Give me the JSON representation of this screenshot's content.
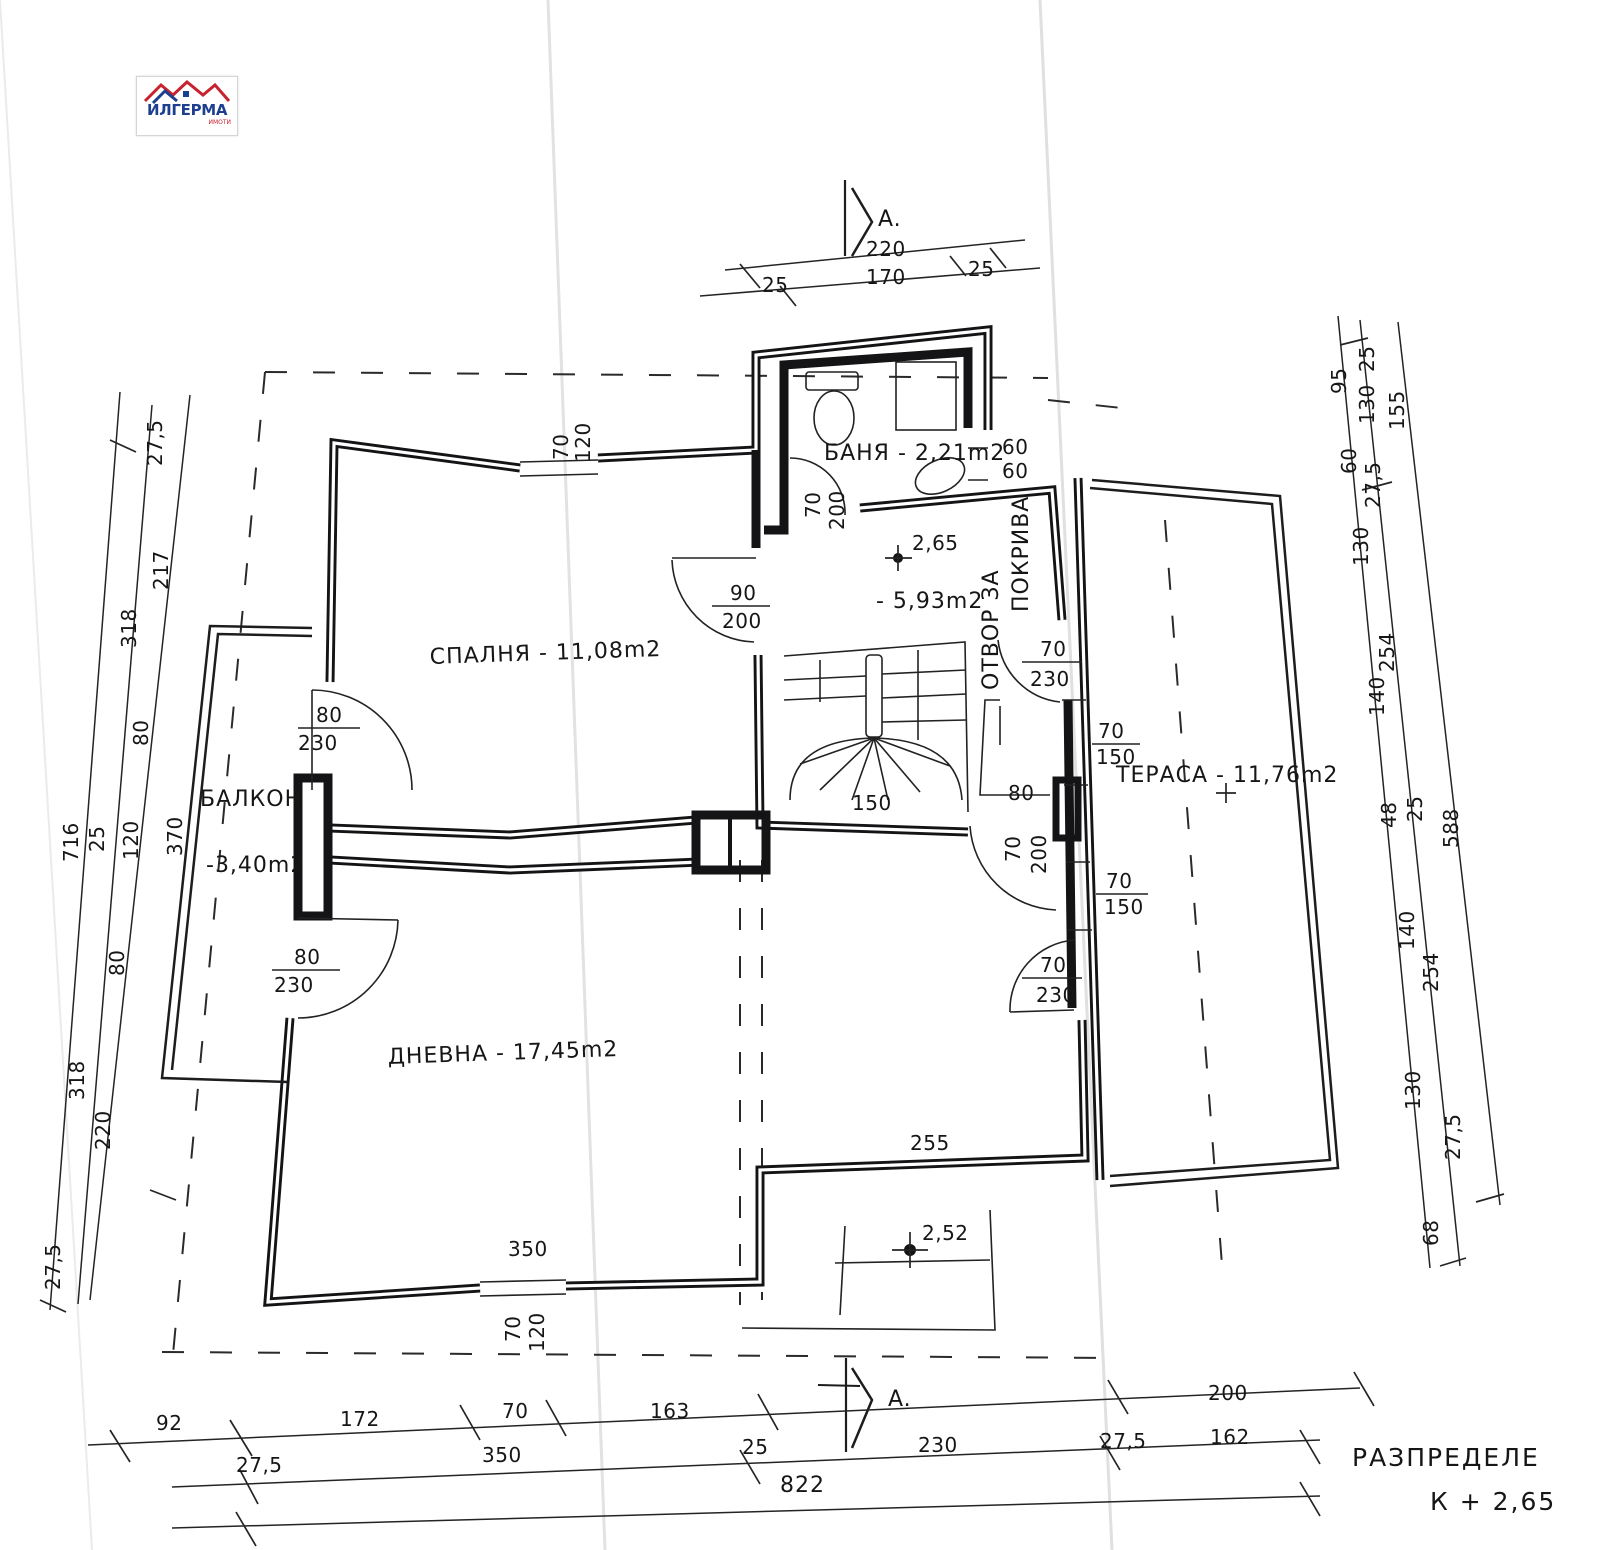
{
  "logo": {
    "name": "ИЛГЕРМА",
    "sub": "ИМОТИ",
    "colors": {
      "blue": "#1d3f8f",
      "red": "#c8222e"
    }
  },
  "sheet": {
    "title_line1": "РАЗПРЕДЕЛЕ",
    "title_line2": "К + 2,65",
    "section_marker": "A."
  },
  "rooms": {
    "bath": "БАНЯ - 2,21m2",
    "bedroom": "СПАЛНЯ - 11,08m2",
    "hall": "- 5,93m2",
    "balcony_1": "БАЛКОН",
    "balcony_2": "-3,40m2",
    "living": "ДНЕВНА - 17,45m2",
    "terrace": "ТЕРАСА - 11,76m2",
    "roof_opening_1": "ОТВОР ЗА",
    "roof_opening_2": "ПОКРИВА"
  },
  "levels": {
    "upper": "2,65",
    "lower": "2,52"
  },
  "openings": {
    "w_top_bed": {
      "w": "70",
      "h": "120"
    },
    "w_bath": {
      "w": "60",
      "h": "60"
    },
    "d_bath": {
      "w": "70",
      "h": "200"
    },
    "d_bed": {
      "w": "90",
      "h": "200"
    },
    "d_bal_top": {
      "w": "80",
      "h": "230"
    },
    "d_bal_bot": {
      "w": "80",
      "h": "230"
    },
    "d_roof": {
      "w": "70",
      "h": "230"
    },
    "w_ter_1": {
      "w": "70",
      "h": "150"
    },
    "d_ter_mid": {
      "w": "70",
      "h": "200"
    },
    "w_ter_2": {
      "w": "70",
      "h": "150"
    },
    "d_ter_bot": {
      "w": "70",
      "h": "230"
    },
    "w_bottom": {
      "w": "70",
      "h": "120"
    }
  },
  "dims": {
    "top": [
      "220",
      "25",
      "170",
      "25"
    ],
    "interior": {
      "stair_80": "80",
      "stair_150": "150",
      "wall_255": "255",
      "wall_350": "350"
    },
    "left_outer": [
      "27,5",
      "217",
      "318",
      "80",
      "716",
      "25",
      "120",
      "80",
      "318",
      "220",
      "27,5"
    ],
    "left_balcony": "370",
    "right": [
      "95",
      "25",
      "130",
      "155",
      "60",
      "27,5",
      "130",
      "254",
      "140",
      "48",
      "25",
      "588",
      "140",
      "254",
      "130",
      "27,5",
      "68"
    ],
    "bottom_row1": [
      "92",
      "172",
      "70",
      "163",
      "200"
    ],
    "bottom_row2": [
      "27,5",
      "350",
      "25",
      "230",
      "27,5",
      "162"
    ],
    "bottom_total": "822"
  }
}
